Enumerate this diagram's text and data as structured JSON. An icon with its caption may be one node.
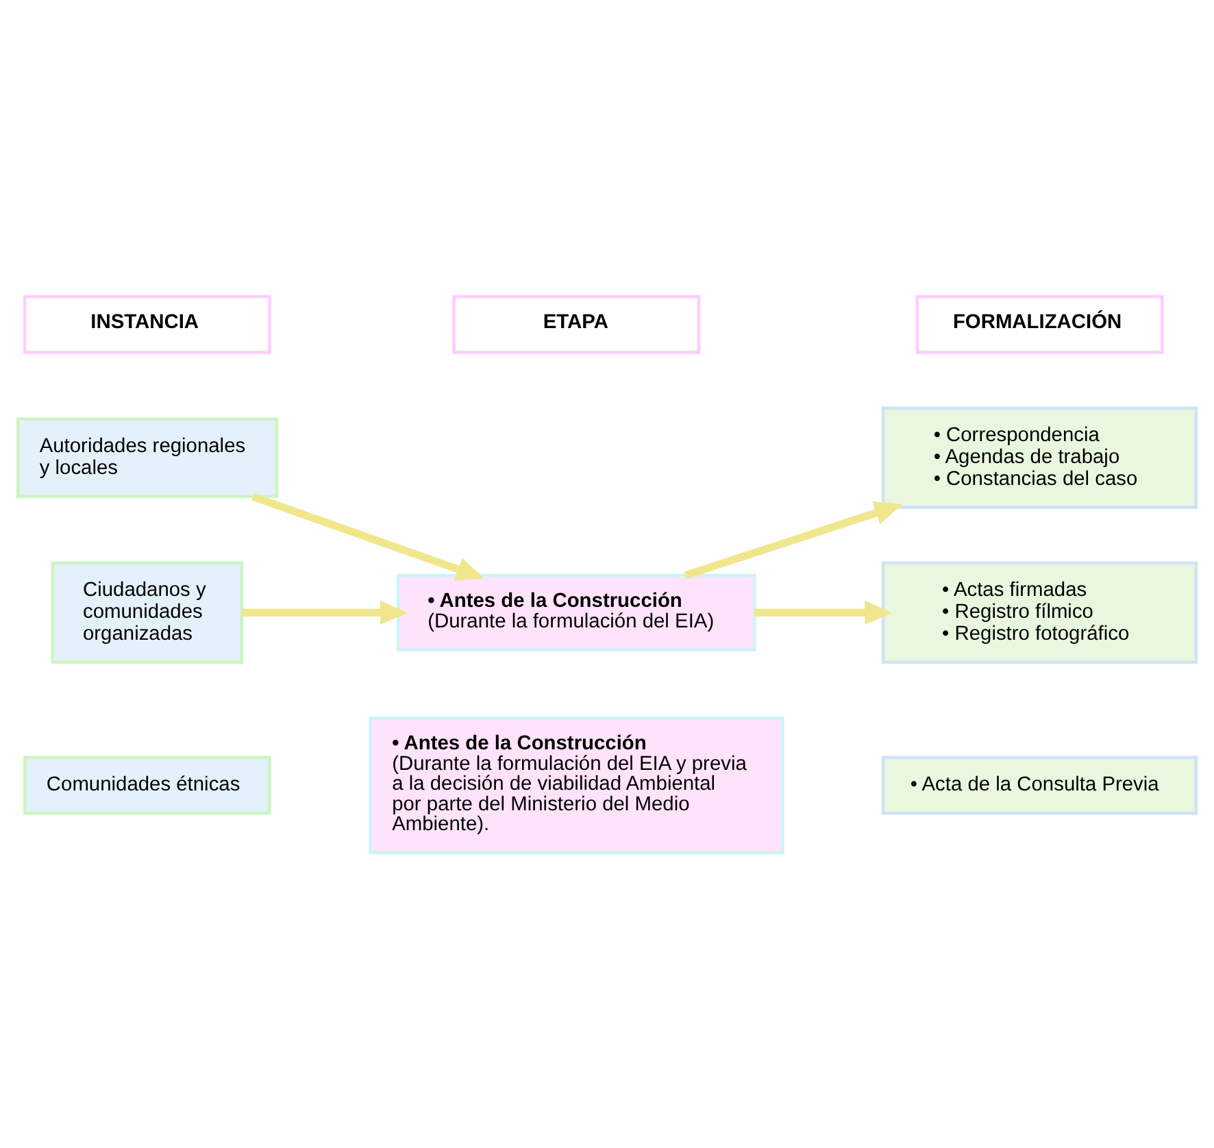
{
  "diagram": {
    "nodes": [
      {
        "text": [
          "INSTANCIA"
        ]
      },
      {
        "text": [
          "ETAPA"
        ]
      },
      {
        "text": [
          "FORMALIZACIÓN"
        ]
      },
      {
        "text": [
          "Autoridades regionales y locales"
        ]
      },
      {
        "text": [
          "• Correspondencia",
          "• Agendas de trabajo",
          "• Constancias del caso"
        ]
      },
      {
        "text": [
          "• Antes de la Construcción",
          "(Durante la formulación del EIA)"
        ]
      },
      {
        "text": [
          "Ciudadanos y comunidades organizadas"
        ]
      },
      {
        "text": [
          "• Actas firmadas",
          "• Registro fílmico",
          "• Registro fotográfico"
        ]
      },
      {
        "text": [
          "Comunidades étnicas"
        ]
      },
      {
        "text": [
          "• Antes de la Construcción",
          "(Durante la formulación del EIA y previa a la decisión de viabilidad Ambiental por parte del Ministerio del Medio Ambiente)."
        ]
      },
      {
        "text": [
          "• Acta de la Consulta Previa"
        ]
      }
    ],
    "edges": [
      {
        "from": 3,
        "to": 5,
        "arrow": "to"
      },
      {
        "from": 6,
        "to": 5,
        "arrow": "to"
      },
      {
        "from": 5,
        "to": 4,
        "arrow": "to"
      },
      {
        "from": 5,
        "to": 7,
        "arrow": "to"
      }
    ]
  }
}
